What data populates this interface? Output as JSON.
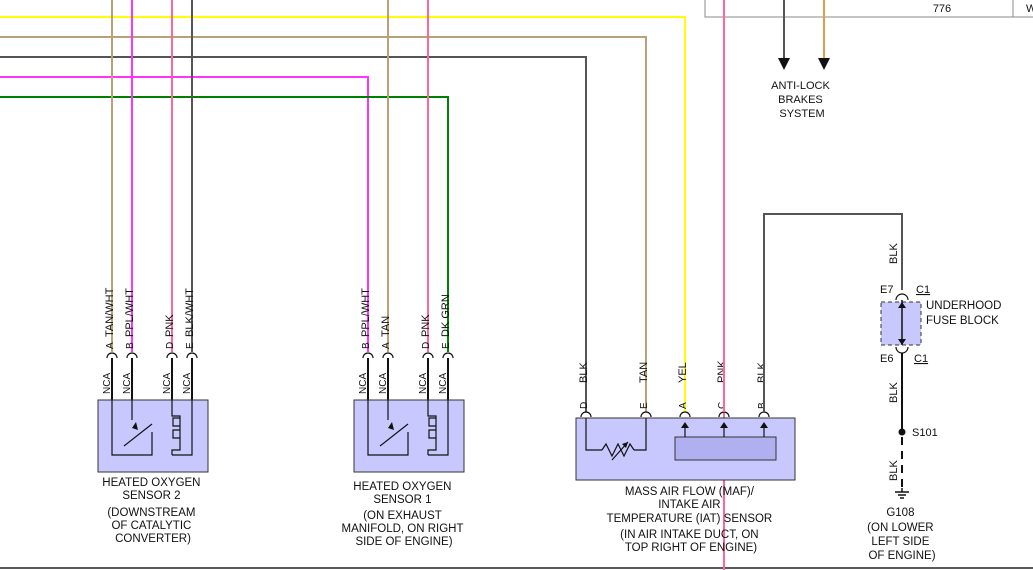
{
  "colors": {
    "yellow": "#ffff00",
    "tan": "#b8a178",
    "gray": "#555555",
    "magenta": "#ff33ff",
    "green": "#008000",
    "pink": "#ff6699",
    "orange": "#e69a4e",
    "box_fill": "#c8c8ff",
    "inner_fill": "#b0b0f0"
  },
  "top": {
    "number": "776",
    "edge_letter": "W",
    "abs_label": [
      "ANTI-LOCK",
      "BRAKES",
      "SYSTEM"
    ]
  },
  "sensor2": {
    "wires": [
      {
        "pin": "A",
        "color_label": "TAN/WHT"
      },
      {
        "pin": "B",
        "color_label": "PPL/WHT"
      },
      {
        "pin": "D",
        "color_label": "PNK"
      },
      {
        "pin": "E",
        "color_label": "BLK/WHT"
      }
    ],
    "nca": "NCA",
    "caption": [
      "HEATED OXYGEN",
      "SENSOR 2",
      "(DOWNSTREAM",
      "OF CATALYTIC",
      "CONVERTER)"
    ]
  },
  "sensor1": {
    "wires": [
      {
        "pin": "B",
        "color_label": "PPL/WHT"
      },
      {
        "pin": "A",
        "color_label": "TAN"
      },
      {
        "pin": "D",
        "color_label": "PNK"
      },
      {
        "pin": "E",
        "color_label": "DK GRN"
      }
    ],
    "nca": "NCA",
    "caption": [
      "HEATED OXYGEN",
      "SENSOR 1",
      "(ON EXHAUST",
      "MANIFOLD, ON RIGHT",
      "SIDE OF ENGINE)"
    ]
  },
  "maf": {
    "wires": [
      {
        "pin": "D",
        "color_label": "BLK"
      },
      {
        "pin": "E",
        "color_label": "TAN"
      },
      {
        "pin": "A",
        "color_label": "YEL"
      },
      {
        "pin": "C",
        "color_label": "PNK"
      },
      {
        "pin": "B",
        "color_label": "BLK"
      }
    ],
    "caption": [
      "MASS AIR FLOW (MAF)/",
      "INTAKE AIR",
      "TEMPERATURE (IAT) SENSOR",
      "(IN AIR INTAKE DUCT, ON",
      "TOP RIGHT OF ENGINE)"
    ]
  },
  "fuse": {
    "wire_top": "BLK",
    "pin_top": "E7",
    "connector_top": "C1",
    "pin_bottom": "E6",
    "connector_bottom": "C1",
    "label": [
      "UNDERHOOD",
      "FUSE BLOCK"
    ],
    "wire_mid": "BLK",
    "splice": "S101",
    "wire_low": "BLK"
  },
  "ground": {
    "label": [
      "G108",
      "(ON LOWER",
      "LEFT SIDE",
      "OF ENGINE)"
    ]
  }
}
